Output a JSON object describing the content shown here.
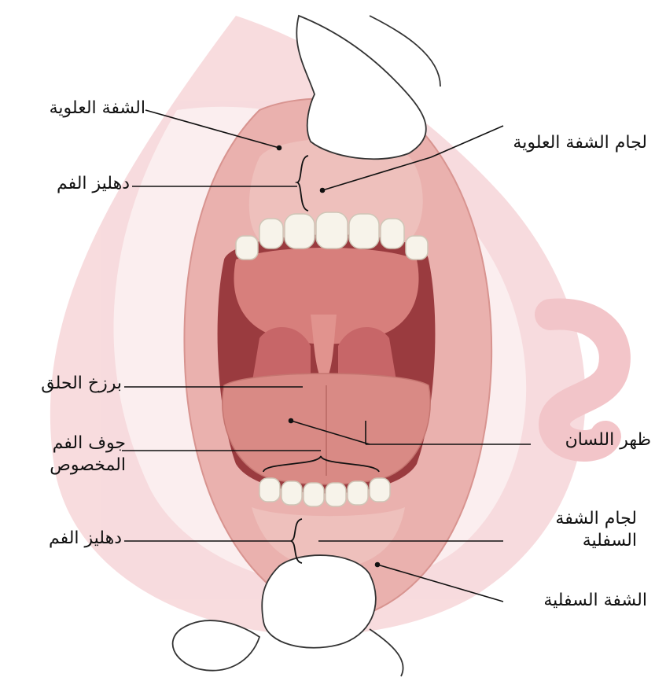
{
  "labels": {
    "upper_lip": "الشفة العلوية",
    "upper_frenulum": "لجام الشفة العلوية",
    "upper_vestibule": "دهليز الفم",
    "fauces": "برزخ الحلق",
    "oral_cavity_line1": "جوف الفم",
    "oral_cavity_line2": "المخصوص",
    "tongue_dorsum": "ظهر اللسان",
    "lower_frenulum_line1": "لجام الشفة",
    "lower_frenulum_line2": "السفلية",
    "lower_vestibule": "دهليز الفم",
    "lower_lip": "الشفة السفلية"
  },
  "colors": {
    "watermark": "#f3c4c7",
    "lip": "#e5a7a5",
    "mouth_interior": "#9a3b3f",
    "palate": "#d77f7c",
    "tongue": "#d98a85",
    "teeth": "#f7f3ea",
    "line": "#111111"
  }
}
